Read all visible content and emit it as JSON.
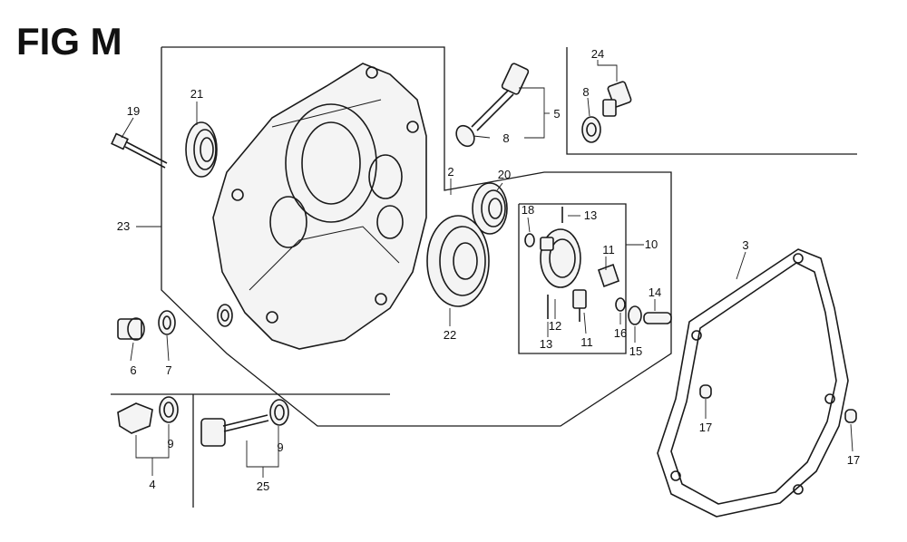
{
  "figure": {
    "title": "FIG M",
    "callouts": {
      "c2": "2",
      "c3": "3",
      "c4": "4",
      "c5": "5",
      "c6": "6",
      "c7": "7",
      "c8a": "8",
      "c8b": "8",
      "c9a": "9",
      "c9b": "9",
      "c10": "10",
      "c11a": "11",
      "c11b": "11",
      "c12": "12",
      "c13a": "13",
      "c13b": "13",
      "c14": "14",
      "c15": "15",
      "c16": "16",
      "c17a": "17",
      "c17b": "17",
      "c18": "18",
      "c19": "19",
      "c20": "20",
      "c21": "21",
      "c22": "22",
      "c23": "23",
      "c24": "24",
      "c25": "25"
    }
  }
}
